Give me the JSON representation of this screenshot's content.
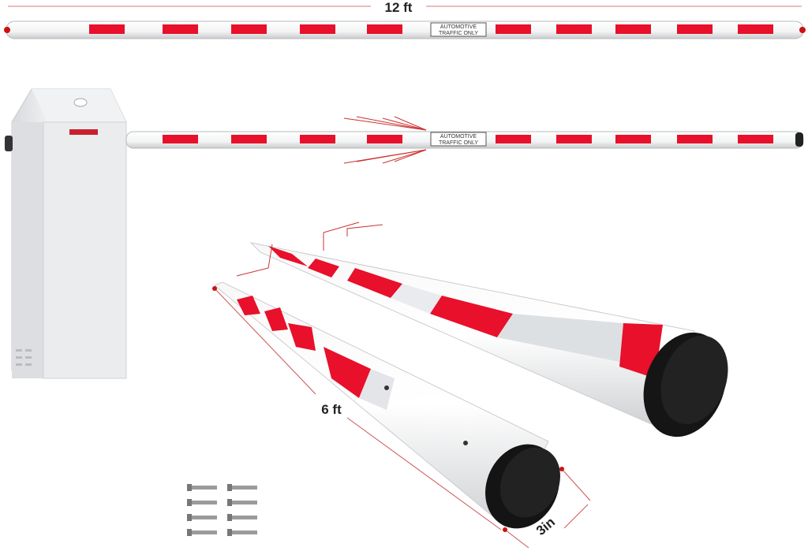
{
  "dimensions": {
    "length_full": "12 ft",
    "length_half": "6 ft",
    "diameter": "3in"
  },
  "sign": {
    "line1": "AUTOMOTIVE",
    "line2": "TRAFFIC ONLY"
  },
  "colors": {
    "stripe_red": "#e8102a",
    "arm_white": "#f4f5f6",
    "end_cap": "#141414",
    "dimension_line": "#c43b3b",
    "cabinet": "#e9eaec"
  },
  "screw_count": 8
}
